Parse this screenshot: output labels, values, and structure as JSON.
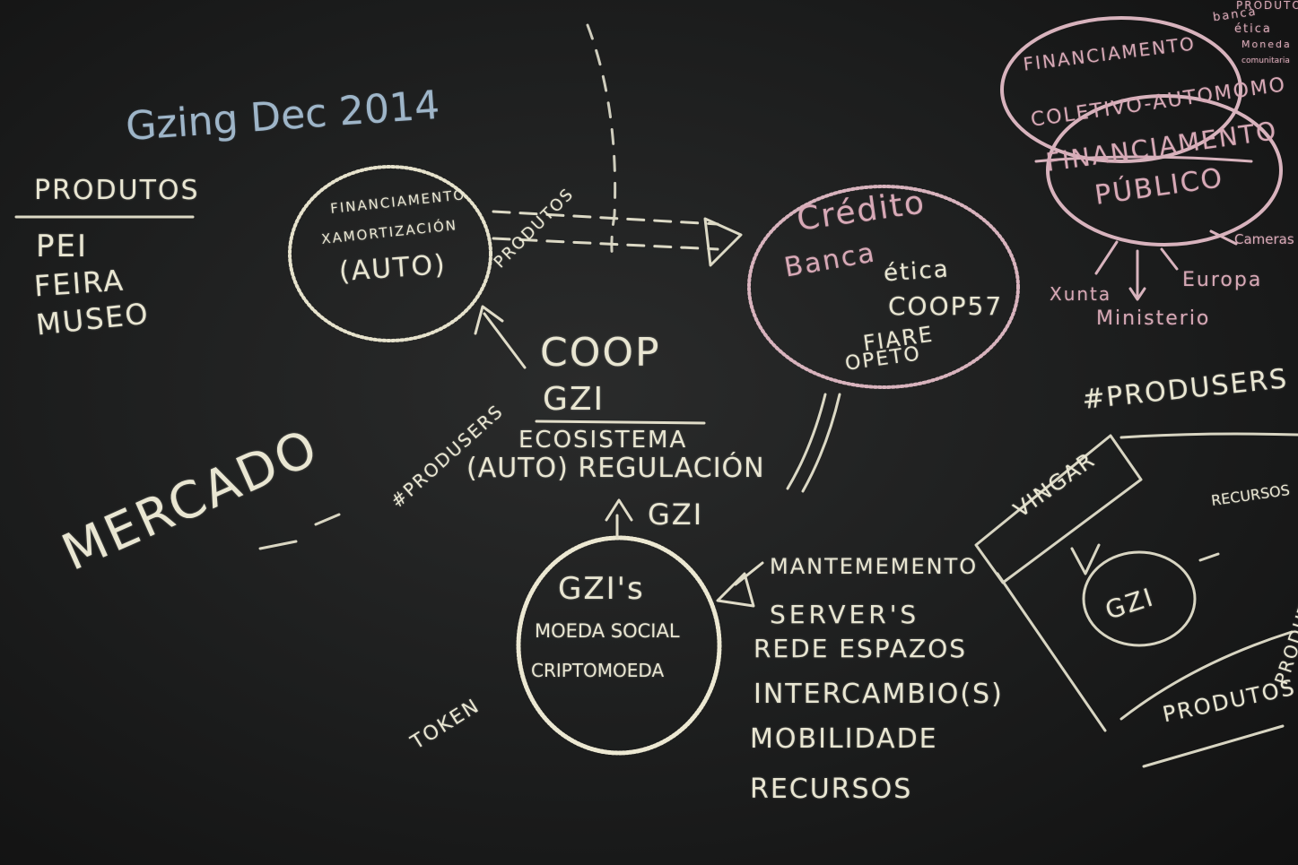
{
  "board": {
    "date": "Gzing Dec 2014",
    "produtos": {
      "heading": "PRODUTOS",
      "items": [
        "PEI",
        "FEIRA",
        "MUSEO"
      ]
    },
    "auto_circle": {
      "line1": "FINANCIAMENTO",
      "line2": "XAMORTIZACIÓN",
      "line3": "(AUTO)"
    },
    "produtos_arrow_label": "PRODUTOS",
    "credito_circle": {
      "line1": "Crédito",
      "line2": "Banca",
      "line3": "ética",
      "line4": "COOP57",
      "line5": "FIARE",
      "line6": "OPETO"
    },
    "financiamento": {
      "top_oval": [
        "FINANCIAMENTO",
        "COLETIVO-AUTOMOMO"
      ],
      "bottom_oval": [
        "FINANCIAMENTO",
        "PÚBLICO"
      ],
      "corner_notes": [
        "PRODUTOS",
        "banca",
        "ética",
        "Moneda",
        "comunitaria"
      ],
      "targets": [
        "Xunta",
        "Ministerio",
        "Europa",
        "Cameras"
      ]
    },
    "center": {
      "coop": "COOP",
      "gzi": "GZI",
      "ecosistema": "ECOSISTEMA",
      "regulacion": "(AUTO) REGULACIÓN",
      "gzi_short": "GZI",
      "produsers_tag": "#PRODUSERS"
    },
    "mercado": "MERCADO",
    "moeda_circle": {
      "line1": "GZI's",
      "line2": "MOEDA SOCIAL",
      "line3": "CRIPTOMOEDA"
    },
    "token": "TOKEN",
    "list": [
      "MANTEMEMENTO",
      "SERVER'S",
      "REDE ESPAZOS",
      "INTERCAMBIO(S)",
      "MOBILIDADE",
      "RECURSOS"
    ],
    "produsers_diagram": {
      "tag": "#PRODUSERS",
      "box_label": "VINGAR",
      "circle": "GZI",
      "recursos": "RECURSOS",
      "produtos": "PRODUTOS",
      "produtos_right": "PRODUTOS"
    },
    "colors": {
      "board": "#1c1d1d",
      "white_chalk": "#e9e6d2",
      "pink_chalk": "#d7a9b6",
      "blue_chalk": "#9eb5c8"
    }
  }
}
